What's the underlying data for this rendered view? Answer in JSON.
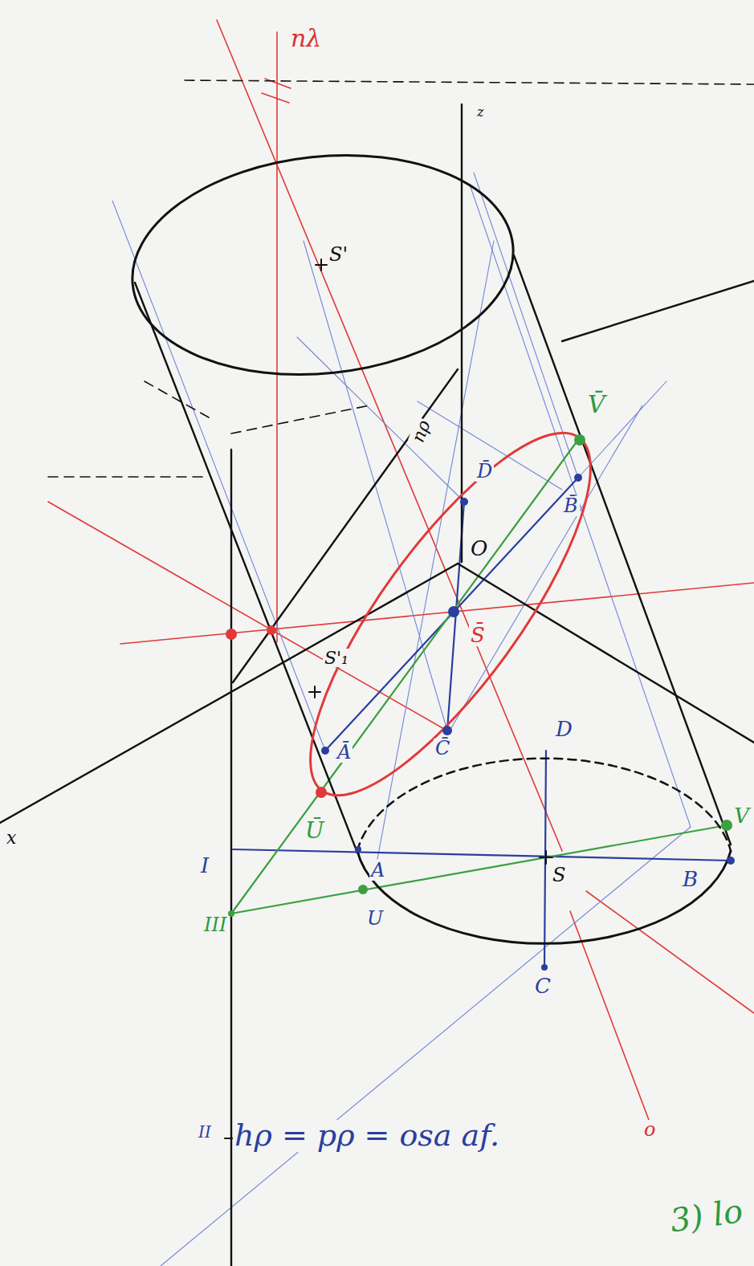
{
  "diagram": {
    "labels": [
      "nλ",
      "z",
      "S'",
      "nρ",
      "V̄",
      "D̄",
      "B̄",
      "O",
      "S̄",
      "S'₁",
      "Ā",
      "C̄",
      "Ū",
      "D",
      "V",
      "I",
      "A",
      "S",
      "B",
      "III",
      "U",
      "C",
      "x",
      "II",
      "hρ = pρ = osa af.",
      "o",
      "3) lo"
    ]
  }
}
